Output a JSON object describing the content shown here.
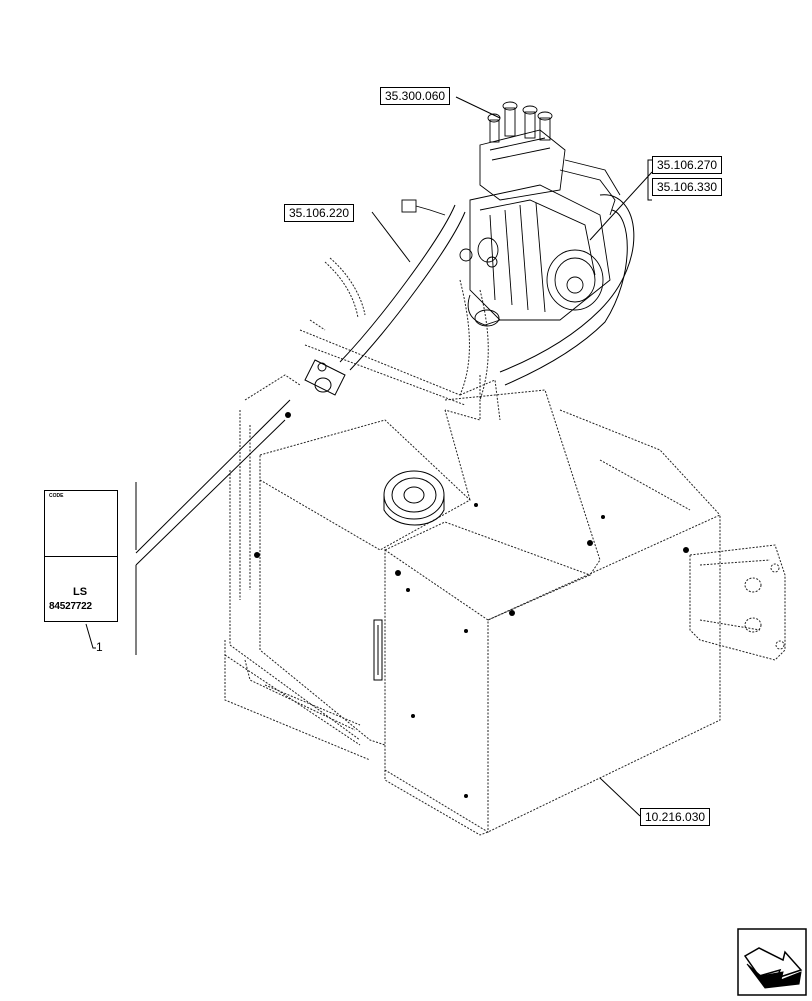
{
  "callouts": {
    "ref_35_300_060": "35.300.060",
    "ref_35_106_270": "35.106.270",
    "ref_35_106_330": "35.106.330",
    "ref_35_106_220": "35.106.220",
    "ref_10_216_030": "10.216.030"
  },
  "decal": {
    "code_label": "CODE",
    "ls_label": "LS",
    "part_number": "84527722",
    "item_number": "1"
  },
  "icons": {
    "nav": "next-page-arrow-icon"
  },
  "colors": {
    "line": "#000000",
    "background": "#ffffff"
  }
}
